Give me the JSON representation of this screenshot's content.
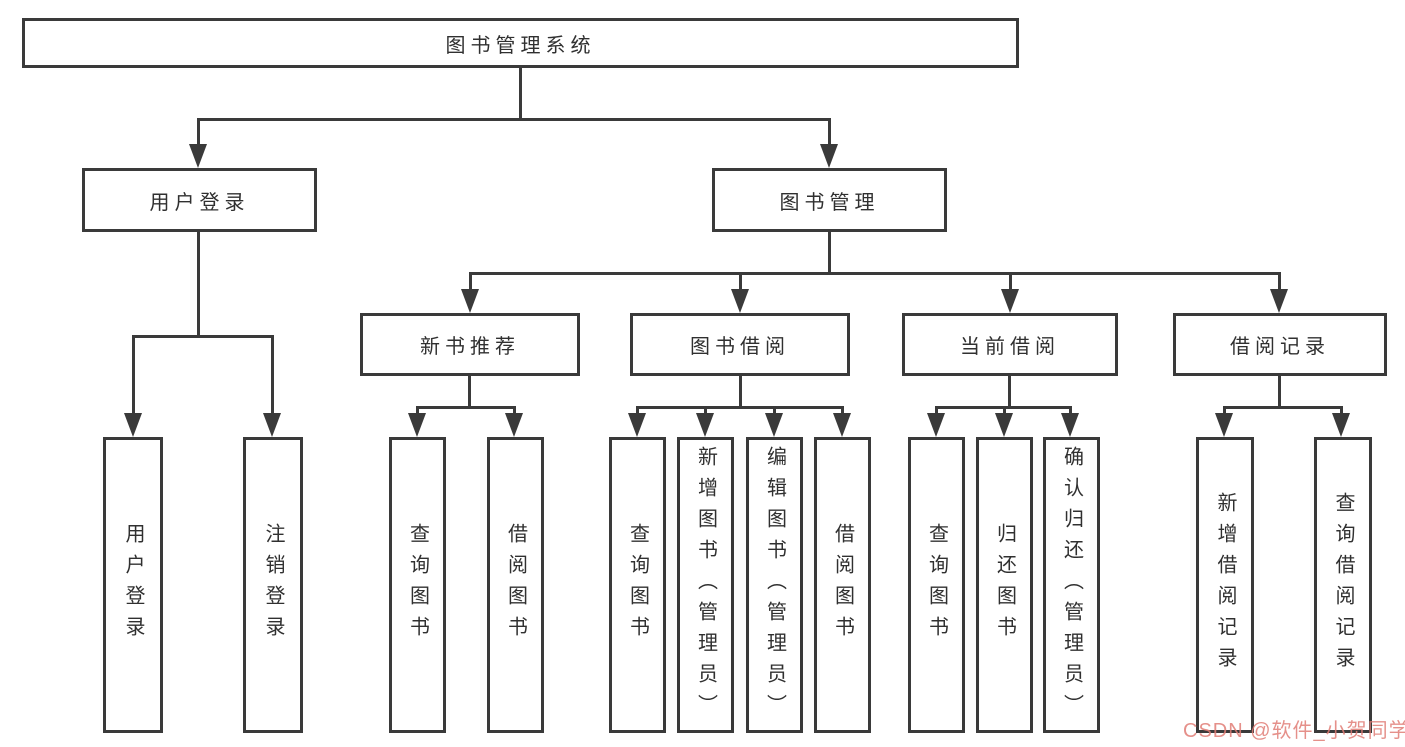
{
  "colors": {
    "line": "#3a3a3a",
    "box_border": "#3a3a3a",
    "text": "#303030",
    "background": "#ffffff",
    "watermark": "#e07d76"
  },
  "watermark": {
    "text": "CSDN @软件_小贺同学"
  },
  "diagram": {
    "root": {
      "label": "图书管理系统"
    },
    "branches": [
      {
        "label": "用户登录",
        "children": [
          "用户登录",
          "注销登录"
        ]
      },
      {
        "label": "图书管理",
        "children_groups": [
          {
            "label": "新书推荐",
            "children": [
              "查询图书",
              "借阅图书"
            ]
          },
          {
            "label": "图书借阅",
            "children": [
              "查询图书",
              "新增图书（管理员）",
              "编辑图书（管理员）",
              "借阅图书"
            ]
          },
          {
            "label": "当前借阅",
            "children": [
              "查询图书",
              "归还图书",
              "确认归还（管理员）"
            ]
          },
          {
            "label": "借阅记录",
            "children": [
              "新增借阅记录",
              "查询借阅记录"
            ]
          }
        ]
      }
    ]
  }
}
